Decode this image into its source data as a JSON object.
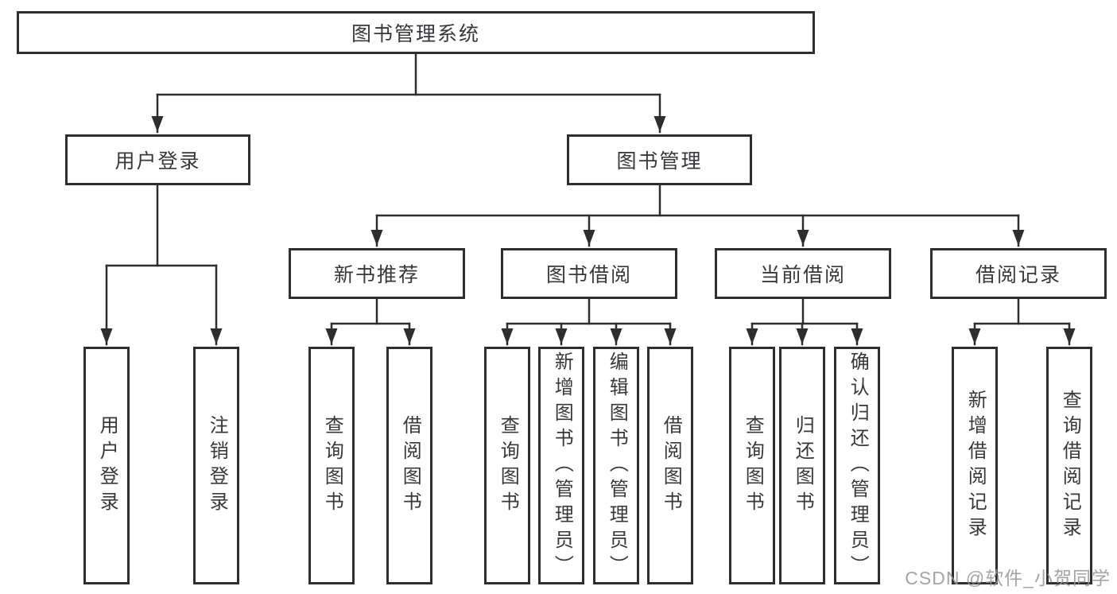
{
  "diagram_type": "tree",
  "tree": {
    "label": "图书管理系统",
    "children": [
      {
        "label": "用户登录",
        "children": [
          {
            "label": "用户登录"
          },
          {
            "label": "注销登录"
          }
        ]
      },
      {
        "label": "图书管理",
        "children": [
          {
            "label": "新书推荐",
            "children": [
              {
                "label": "查询图书"
              },
              {
                "label": "借阅图书"
              }
            ]
          },
          {
            "label": "图书借阅",
            "children": [
              {
                "label": "查询图书"
              },
              {
                "label": "新增图书（管理员）"
              },
              {
                "label": "编辑图书（管理员）"
              },
              {
                "label": "借阅图书"
              }
            ]
          },
          {
            "label": "当前借阅",
            "children": [
              {
                "label": "查询图书"
              },
              {
                "label": "归还图书"
              },
              {
                "label": "确认归还（管理员）"
              }
            ]
          },
          {
            "label": "借阅记录",
            "children": [
              {
                "label": "新增借阅记录"
              },
              {
                "label": "查询借阅记录"
              }
            ]
          }
        ]
      }
    ]
  },
  "watermark": {
    "text": "CSDN @软件_小贺同学"
  },
  "colors": {
    "line": "#2e2e2e",
    "box_border": "#2e2e2e",
    "box_fill": "#ffffff",
    "text": "#38383c",
    "watermark": "#96969c",
    "background": "#ffffff"
  }
}
